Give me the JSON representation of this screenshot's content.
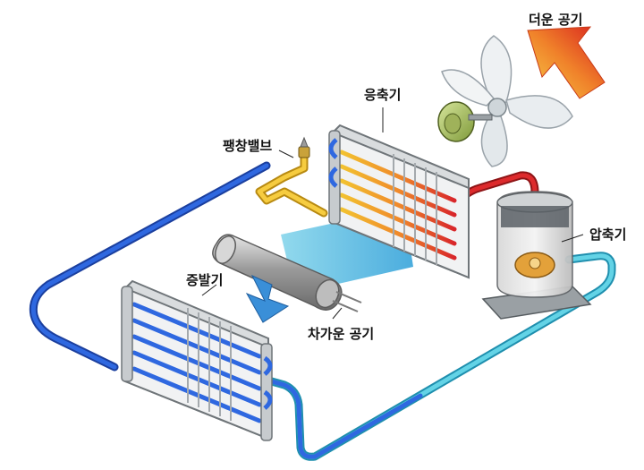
{
  "labels": {
    "hot_air": "더운 공기",
    "condenser": "응축기",
    "expansion_valve": "팽창밸브",
    "compressor": "압축기",
    "evaporator": "증발기",
    "cool_air": "차가운 공기"
  },
  "colors": {
    "refrigerant_cold": "#2456d6",
    "refrigerant_liquid": "#f2c230",
    "refrigerant_hot": "#d8262a",
    "refrigerant_vapor": "#59c7d8",
    "hot_air_arrow": "#ee5a1c",
    "cool_air_arrow": "#3a8fd8"
  }
}
